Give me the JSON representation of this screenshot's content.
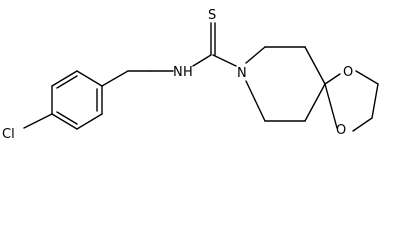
{
  "structure": {
    "atoms": {
      "cl": "Cl",
      "nh": "N",
      "h": "H",
      "s": "S",
      "n": "N",
      "o_top": "O",
      "o_bottom": "O"
    }
  },
  "colors": {
    "bond": "#000000",
    "label": "#000000",
    "background": "#ffffff"
  }
}
